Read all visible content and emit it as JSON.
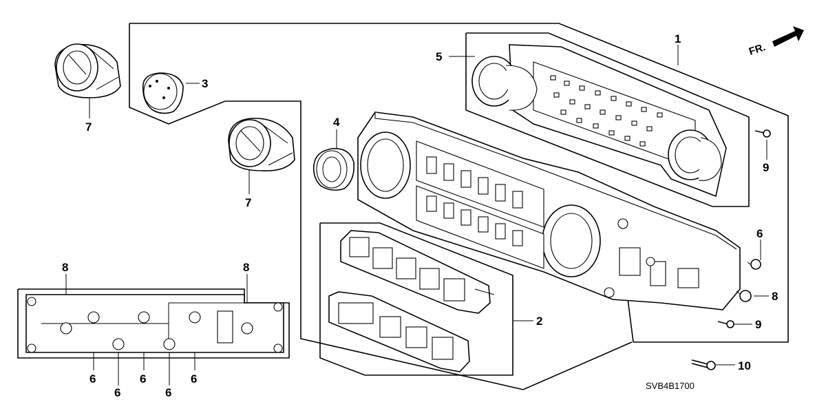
{
  "diagram": {
    "direction_marker": "FR.",
    "diagram_code": "SVB4B1700",
    "callouts": [
      {
        "id": "c1",
        "text": "1"
      },
      {
        "id": "c2",
        "text": "2"
      },
      {
        "id": "c3",
        "text": "3"
      },
      {
        "id": "c4",
        "text": "4"
      },
      {
        "id": "c5",
        "text": "5"
      },
      {
        "id": "c6a",
        "text": "6"
      },
      {
        "id": "c6b",
        "text": "6"
      },
      {
        "id": "c6c",
        "text": "6"
      },
      {
        "id": "c6d",
        "text": "6"
      },
      {
        "id": "c6e",
        "text": "6"
      },
      {
        "id": "c6f",
        "text": "6"
      },
      {
        "id": "c7a",
        "text": "7"
      },
      {
        "id": "c7b",
        "text": "7"
      },
      {
        "id": "c8a",
        "text": "8"
      },
      {
        "id": "c8b",
        "text": "8"
      },
      {
        "id": "c8c",
        "text": "8"
      },
      {
        "id": "c9a",
        "text": "9"
      },
      {
        "id": "c9b",
        "text": "9"
      },
      {
        "id": "c10",
        "text": "10"
      }
    ]
  }
}
